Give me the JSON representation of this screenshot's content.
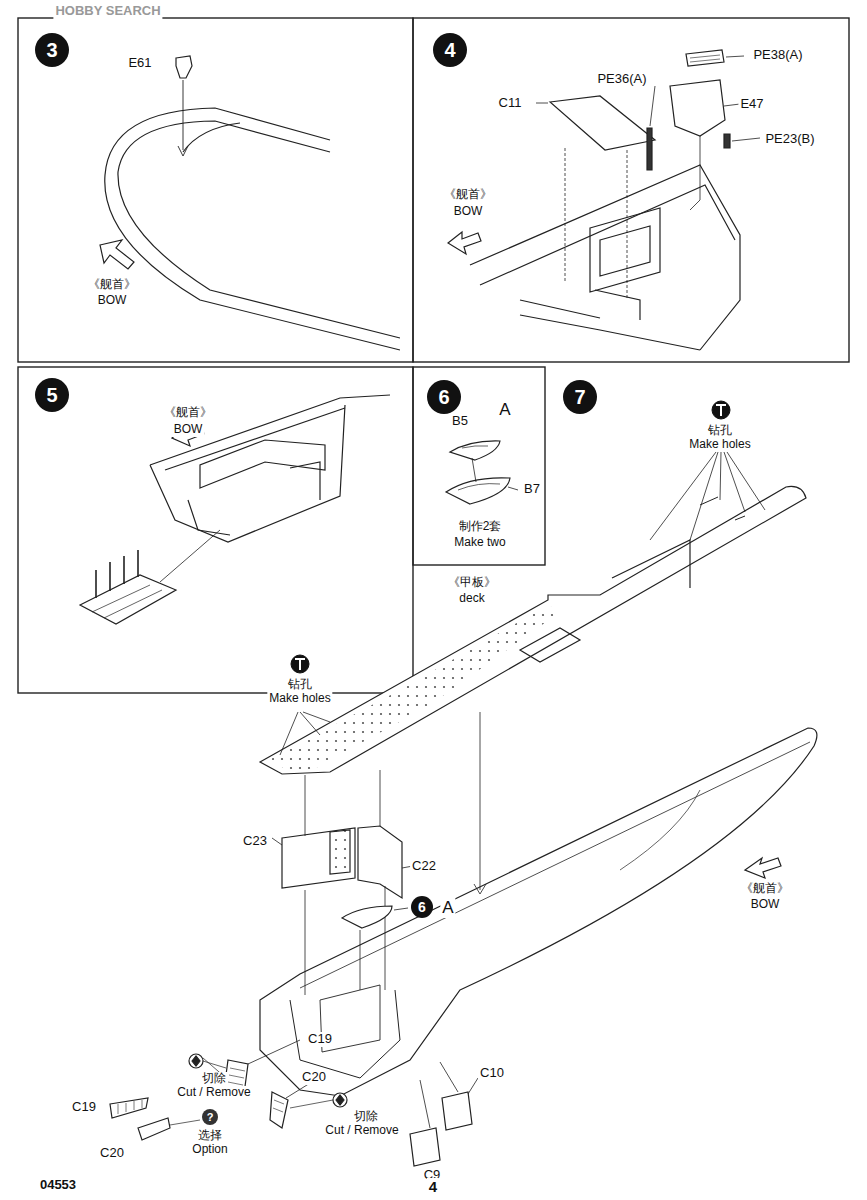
{
  "diagram": {
    "nodes": [
      {
        "text": [
          "3"
        ]
      },
      {
        "text": [
          "4"
        ]
      },
      {
        "text": [
          "5"
        ]
      },
      {
        "text": [
          "6"
        ]
      },
      {
        "text": [
          "7"
        ]
      },
      {
        "text": [
          "6"
        ]
      },
      {
        "text": [
          "?"
        ]
      }
    ],
    "labels": [
      "HOBBY SEARCH",
      "E61",
      "《舰首》",
      "BOW",
      "C11",
      "PE36(A)",
      "PE38(A)",
      "E47",
      "PE23(B)",
      "《舰首》",
      "BOW",
      "《舰首》",
      "BOW",
      "A",
      "B5",
      "B7",
      "制作2套",
      "Make two",
      "钻孔",
      "Make holes",
      "《甲板》",
      "deck",
      "钻孔",
      "Make holes",
      "C23",
      "C22",
      "A",
      "《舰首》",
      "BOW",
      "C19",
      "切除",
      "Cut / Remove",
      "C19",
      "C20",
      "选择",
      "Option",
      "C20",
      "切除",
      "Cut / Remove",
      "C10",
      "C9",
      "04553",
      "4"
    ]
  }
}
